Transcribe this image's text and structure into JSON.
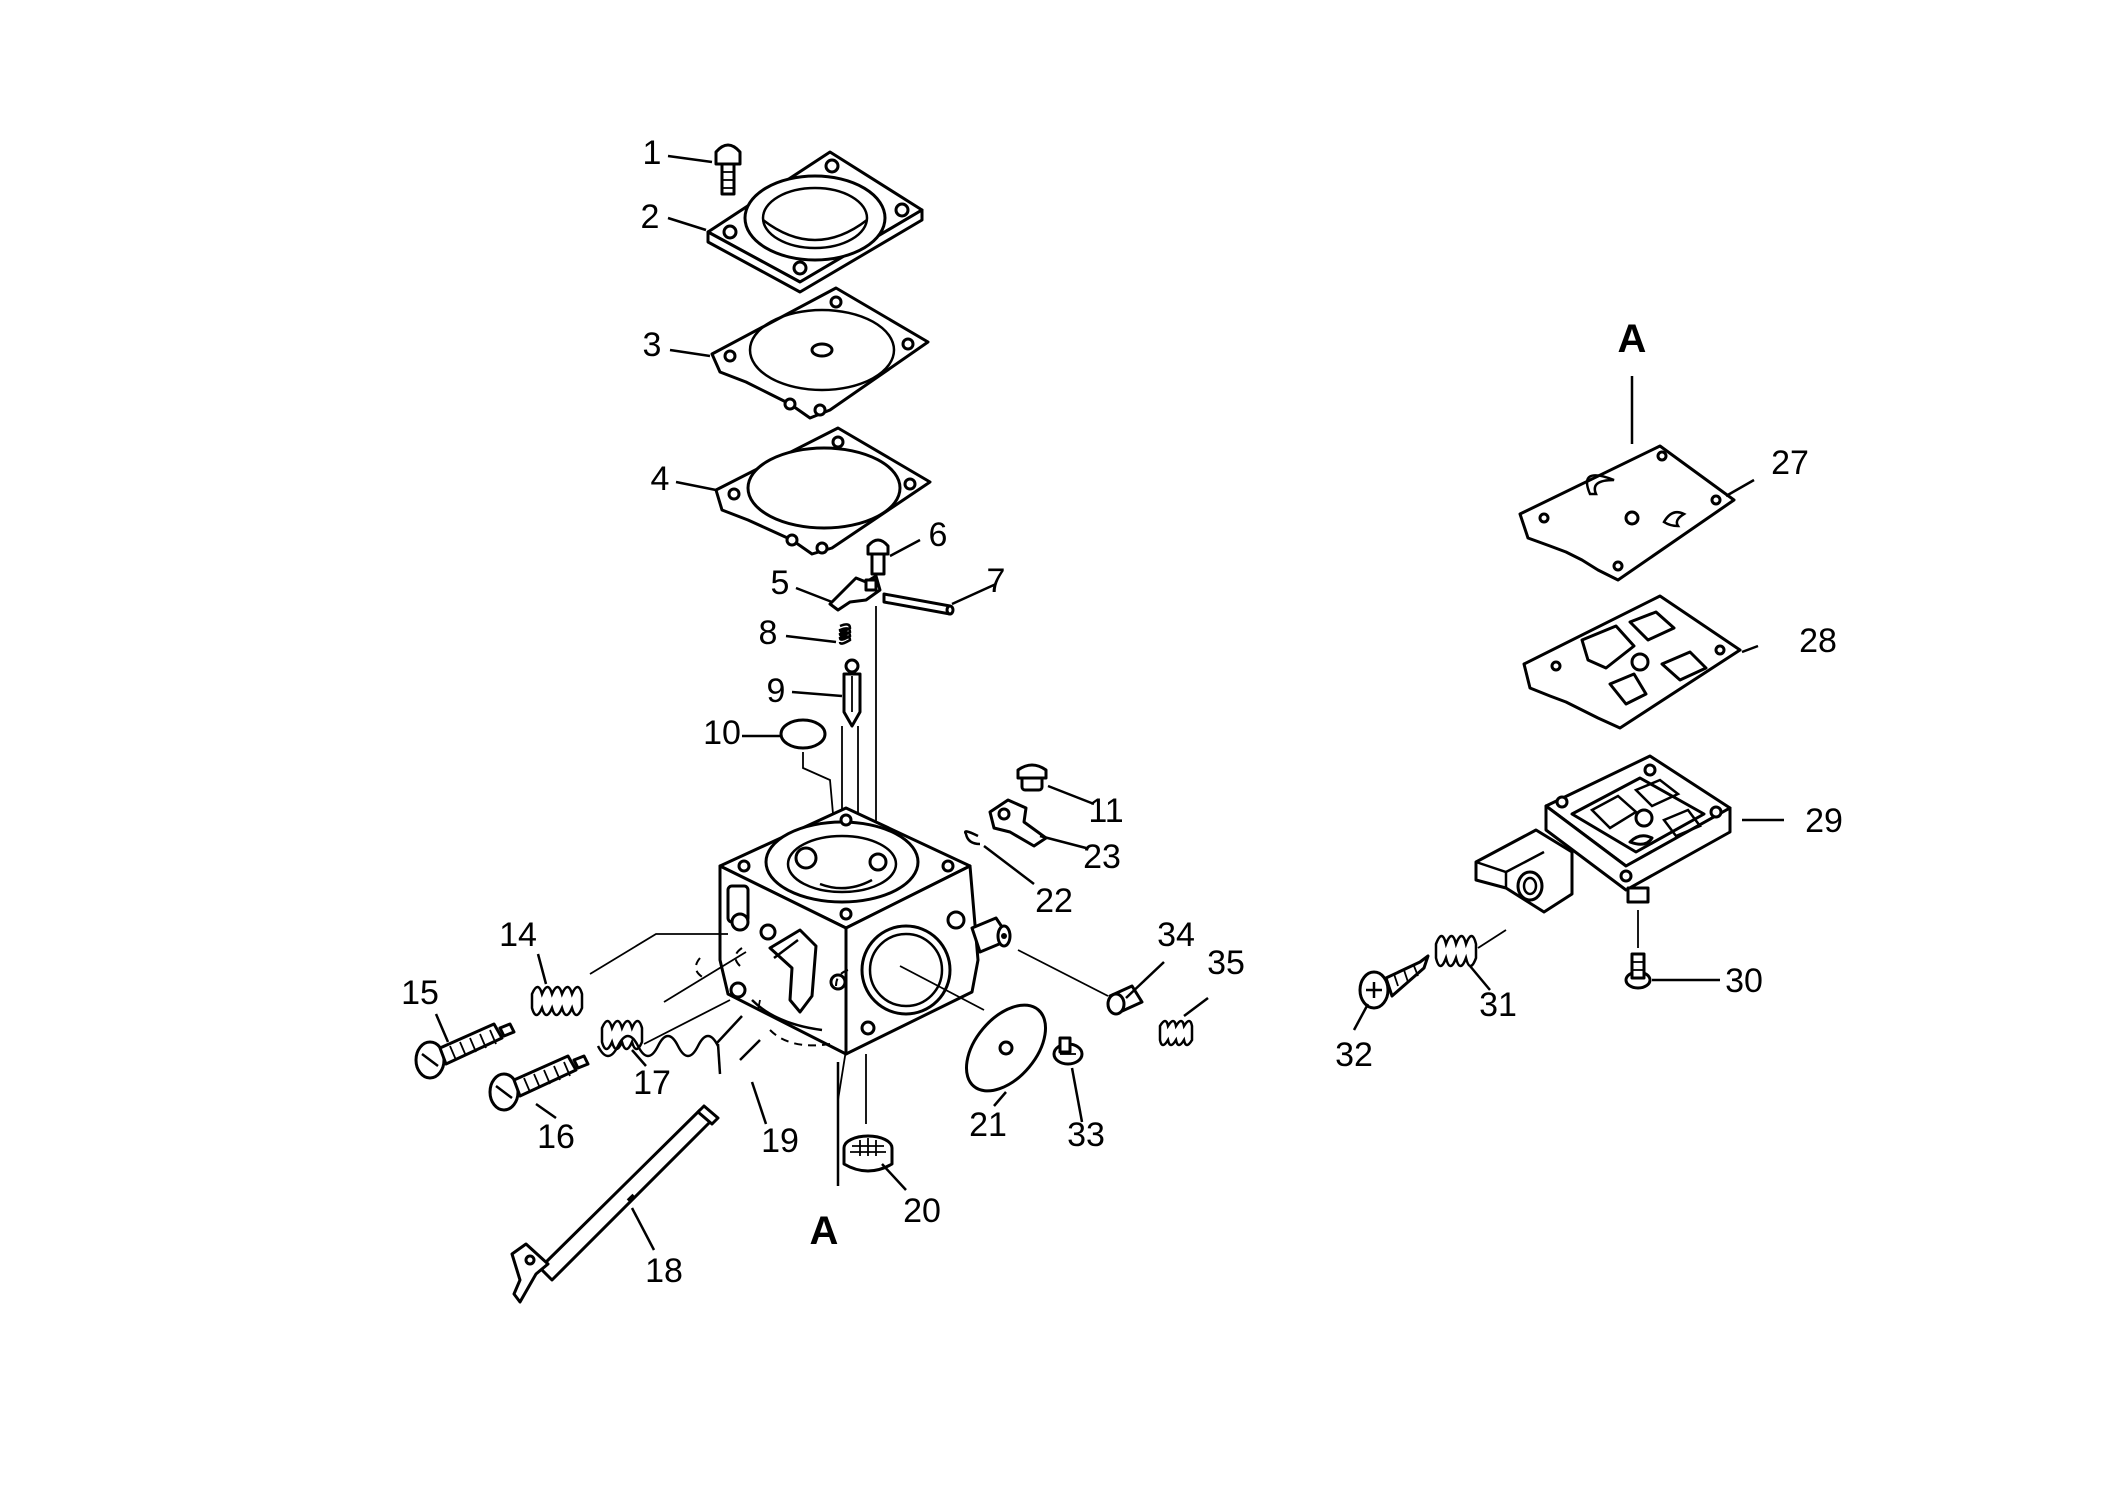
{
  "labels": {
    "p1": "1",
    "p2": "2",
    "p3": "3",
    "p4": "4",
    "p5": "5",
    "p6": "6",
    "p7": "7",
    "p8": "8",
    "p9": "9",
    "p10": "10",
    "p11": "11",
    "p14": "14",
    "p15": "15",
    "p16": "16",
    "p17": "17",
    "p18": "18",
    "p19": "19",
    "p20": "20",
    "p21": "21",
    "p22": "22",
    "p23": "23",
    "p27": "27",
    "p28": "28",
    "p29": "29",
    "p30": "30",
    "p31": "31",
    "p32": "32",
    "p33": "33",
    "p34": "34",
    "p35": "35"
  },
  "section_marks": {
    "lower": "A",
    "upper": "A"
  }
}
